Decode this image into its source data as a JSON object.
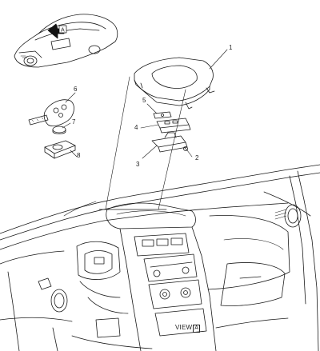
{
  "callouts": {
    "c1": "1",
    "c2": "2",
    "c3": "3",
    "c4": "4",
    "c5": "5",
    "c6": "6",
    "c7": "7",
    "c8": "8"
  },
  "car_view_marker": "A",
  "view": {
    "prefix": "VIEW",
    "letter": "A"
  }
}
